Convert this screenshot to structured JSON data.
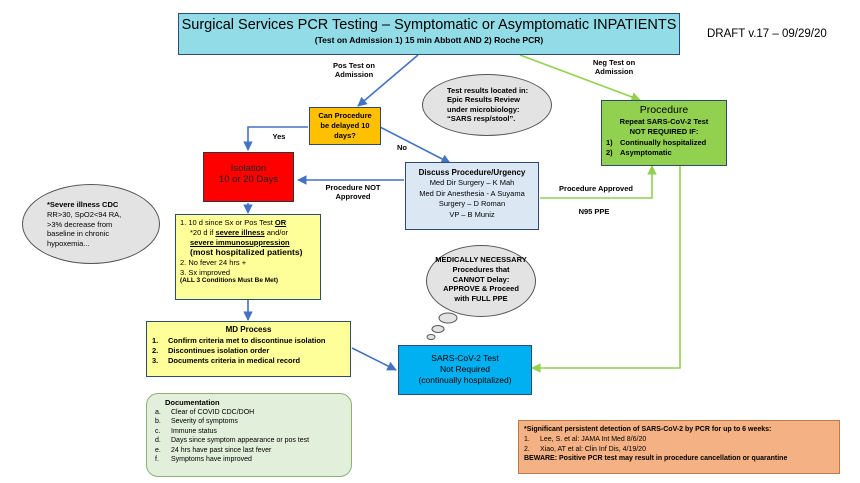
{
  "title": {
    "main": "Surgical Services PCR Testing – Symptomatic or Asymptomatic INPATIENTS",
    "sub": "(Test on Admission 1) 15 min Abbott AND 2) Roche PCR)"
  },
  "draft": "DRAFT v.17 – 09/29/20",
  "labels": {
    "pos_test": "Pos Test on Admission",
    "neg_test": "Neg Test on Admission",
    "yes": "Yes",
    "no": "No",
    "procedure_not_approved": "Procedure NOT Approved",
    "procedure_approved": "Procedure Approved",
    "n95": "N95 PPE"
  },
  "results_cloud": {
    "lines": [
      "Test results located in:",
      "Epic Results Review",
      "under microbiology:",
      "“SARS resp/stool”."
    ]
  },
  "decision": {
    "text": "Can Procedure be delayed 10 days?"
  },
  "isolation": {
    "title": "Isolation",
    "subtitle": "10 or 20 Days"
  },
  "discuss": {
    "title": "Discuss Procedure/Urgency",
    "lines": [
      "Med Dir Surgery – K Mah",
      "Med Dir Anesthesia - A Suyama",
      "Surgery – D Roman",
      "VP – B Muniz"
    ]
  },
  "procedure": {
    "title": "Procedure",
    "line1": "Repeat SARS-CoV-2 Test",
    "line2": "NOT REQUIRED IF:",
    "items": [
      {
        "num": "1)",
        "text": "Continually hospitalized"
      },
      {
        "num": "2)",
        "text": "Asymptomatic"
      }
    ]
  },
  "severe_cloud": {
    "lines": [
      "*Severe illness CDC",
      "RR>30, SpO2<94 RA,",
      ">3% decrease from",
      "baseline in chronic",
      "hypoxemia..."
    ]
  },
  "criteria": {
    "l1a": "1.  10 d since Sx or Pos Test ",
    "l1b": "OR",
    "l2a": "*20 d if ",
    "l2b": "severe illness",
    "l2c": " and/or",
    "l3": "severe immunosuppression",
    "l4": "(most hospitalized patients)",
    "l5": "2. No fever 24 hrs +",
    "l6": "3. Sx improved",
    "l7": "(ALL 3 Conditions Must Be Met)"
  },
  "necessary_cloud": {
    "lines": [
      "MEDICALLY NECESSARY",
      "Procedures that",
      "CANNOT Delay:",
      "APPROVE & Proceed",
      "with FULL PPE"
    ]
  },
  "md_process": {
    "title": "MD Process",
    "items": [
      {
        "num": "1.",
        "text": "Confirm criteria met to discontinue isolation"
      },
      {
        "num": "2.",
        "text": "Discontinues isolation order"
      },
      {
        "num": "3.",
        "text": "Documents criteria in medical record"
      }
    ]
  },
  "sars_box": {
    "lines": [
      "SARS-CoV-2 Test",
      "Not Required",
      "(continually hospitalized)"
    ]
  },
  "documentation": {
    "title": "Documentation",
    "items": [
      {
        "num": "a.",
        "text": "Clear of COVID CDC/DOH"
      },
      {
        "num": "b.",
        "text": "Severity of symptoms"
      },
      {
        "num": "c.",
        "text": "Immune status"
      },
      {
        "num": "d.",
        "text": "Days since symptom appearance or pos test"
      },
      {
        "num": "e.",
        "text": "24 hrs have past since last fever"
      },
      {
        "num": "f.",
        "text": "Symptoms have improved"
      }
    ]
  },
  "note": {
    "title": "*Significant persistent detection of SARS-CoV-2 by PCR for up to 6 weeks:",
    "refs": [
      {
        "num": "1.",
        "text": "Lee, S. et al: JAMA Int Med 8/6/20"
      },
      {
        "num": "2.",
        "text": "Xiao, AT et al: Clin Inf Dis, 4/19/20"
      }
    ],
    "beware": "BEWARE: Positive PCR test may result in procedure cancellation or quarantine"
  },
  "colors": {
    "title_bg": "#92dce8",
    "decision_bg": "#ffc000",
    "isolation_bg": "#ff0000",
    "discuss_bg": "#dbe8f4",
    "procedure_bg": "#92d050",
    "criteria_bg": "#ffff99",
    "md_bg": "#ffff99",
    "sars_bg": "#00b0f0",
    "doc_bg": "#e2efda",
    "note_bg": "#f4b183",
    "blue_arrow": "#4472c4",
    "green_arrow": "#92d050"
  }
}
